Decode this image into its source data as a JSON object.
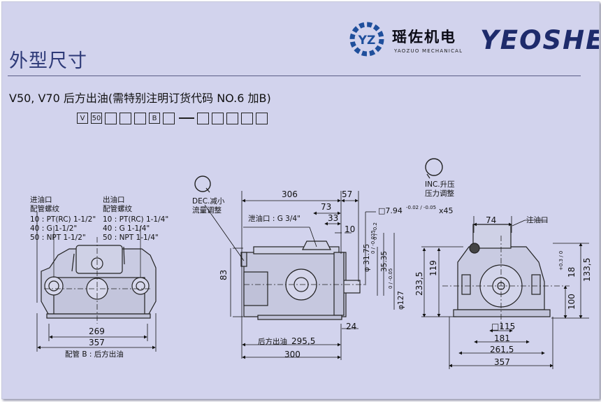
{
  "header": {
    "title": "外型尺寸",
    "company_cn": "瑶佐机电",
    "company_en": "YAOZUO MECHANICAL",
    "logo_letters": "YZ",
    "brand": "YEOSHE"
  },
  "subtitle": "V50, V70 后方出油(需特别注明订货代码  NO.6  加B)",
  "model_code": {
    "boxes": [
      "V",
      "50",
      "",
      "",
      "",
      "B",
      ""
    ],
    "after_dash": [
      "",
      "",
      "",
      "",
      ""
    ]
  },
  "front_view": {
    "inlet_title": "进油口",
    "inlet_sub": "配管螺纹",
    "inlet_specs": [
      "10 : PT(RC) 1-1/2\"",
      "40 : G 1-1/2\"",
      "50 : NPT 1-1/2\""
    ],
    "outlet_title": "出油口",
    "outlet_sub": "配管螺纹",
    "outlet_specs": [
      "10 : PT(RC) 1-1/4\"",
      "40 : G 1-1/4\"",
      "50 : NPT 1-1/4\""
    ],
    "dim_269": "269",
    "dim_357": "357",
    "piping_note": "配管 B : 后方出油"
  },
  "side_view": {
    "dec_label": "DEC.减小",
    "dec_sub": "流量调整",
    "drain_label": "泄油口 : G 3/4\"",
    "rear_outlet": "后方出油",
    "d306": "306",
    "d57": "57",
    "d73": "73",
    "d33": "33",
    "d10": "10",
    "d83": "83",
    "d24": "24",
    "d2955": "295,5",
    "d300": "300",
    "key_label": "□7.94",
    "key_tol": "-0.02 / -0.05",
    "key_tail": "x45",
    "shaft_dia": "φ 31.75",
    "shaft_tol": "0 / -0.025",
    "key_height": "35.35",
    "key_height_tol": "0 / -0.2",
    "pilot_dia": "φ127",
    "pilot_tol": "0 / -0.05"
  },
  "end_view": {
    "inc_label": "INC.升压",
    "inc_sub": "压力调整",
    "fill_label": "注油口",
    "d74": "74",
    "d119": "119",
    "d2335": "233,5",
    "d18": "18",
    "d18_tol": "+0.3 / 0",
    "d1335": "133,5",
    "d100": "100",
    "d115": "□115",
    "d181": "181",
    "d2615": "261,5",
    "d357": "357"
  }
}
